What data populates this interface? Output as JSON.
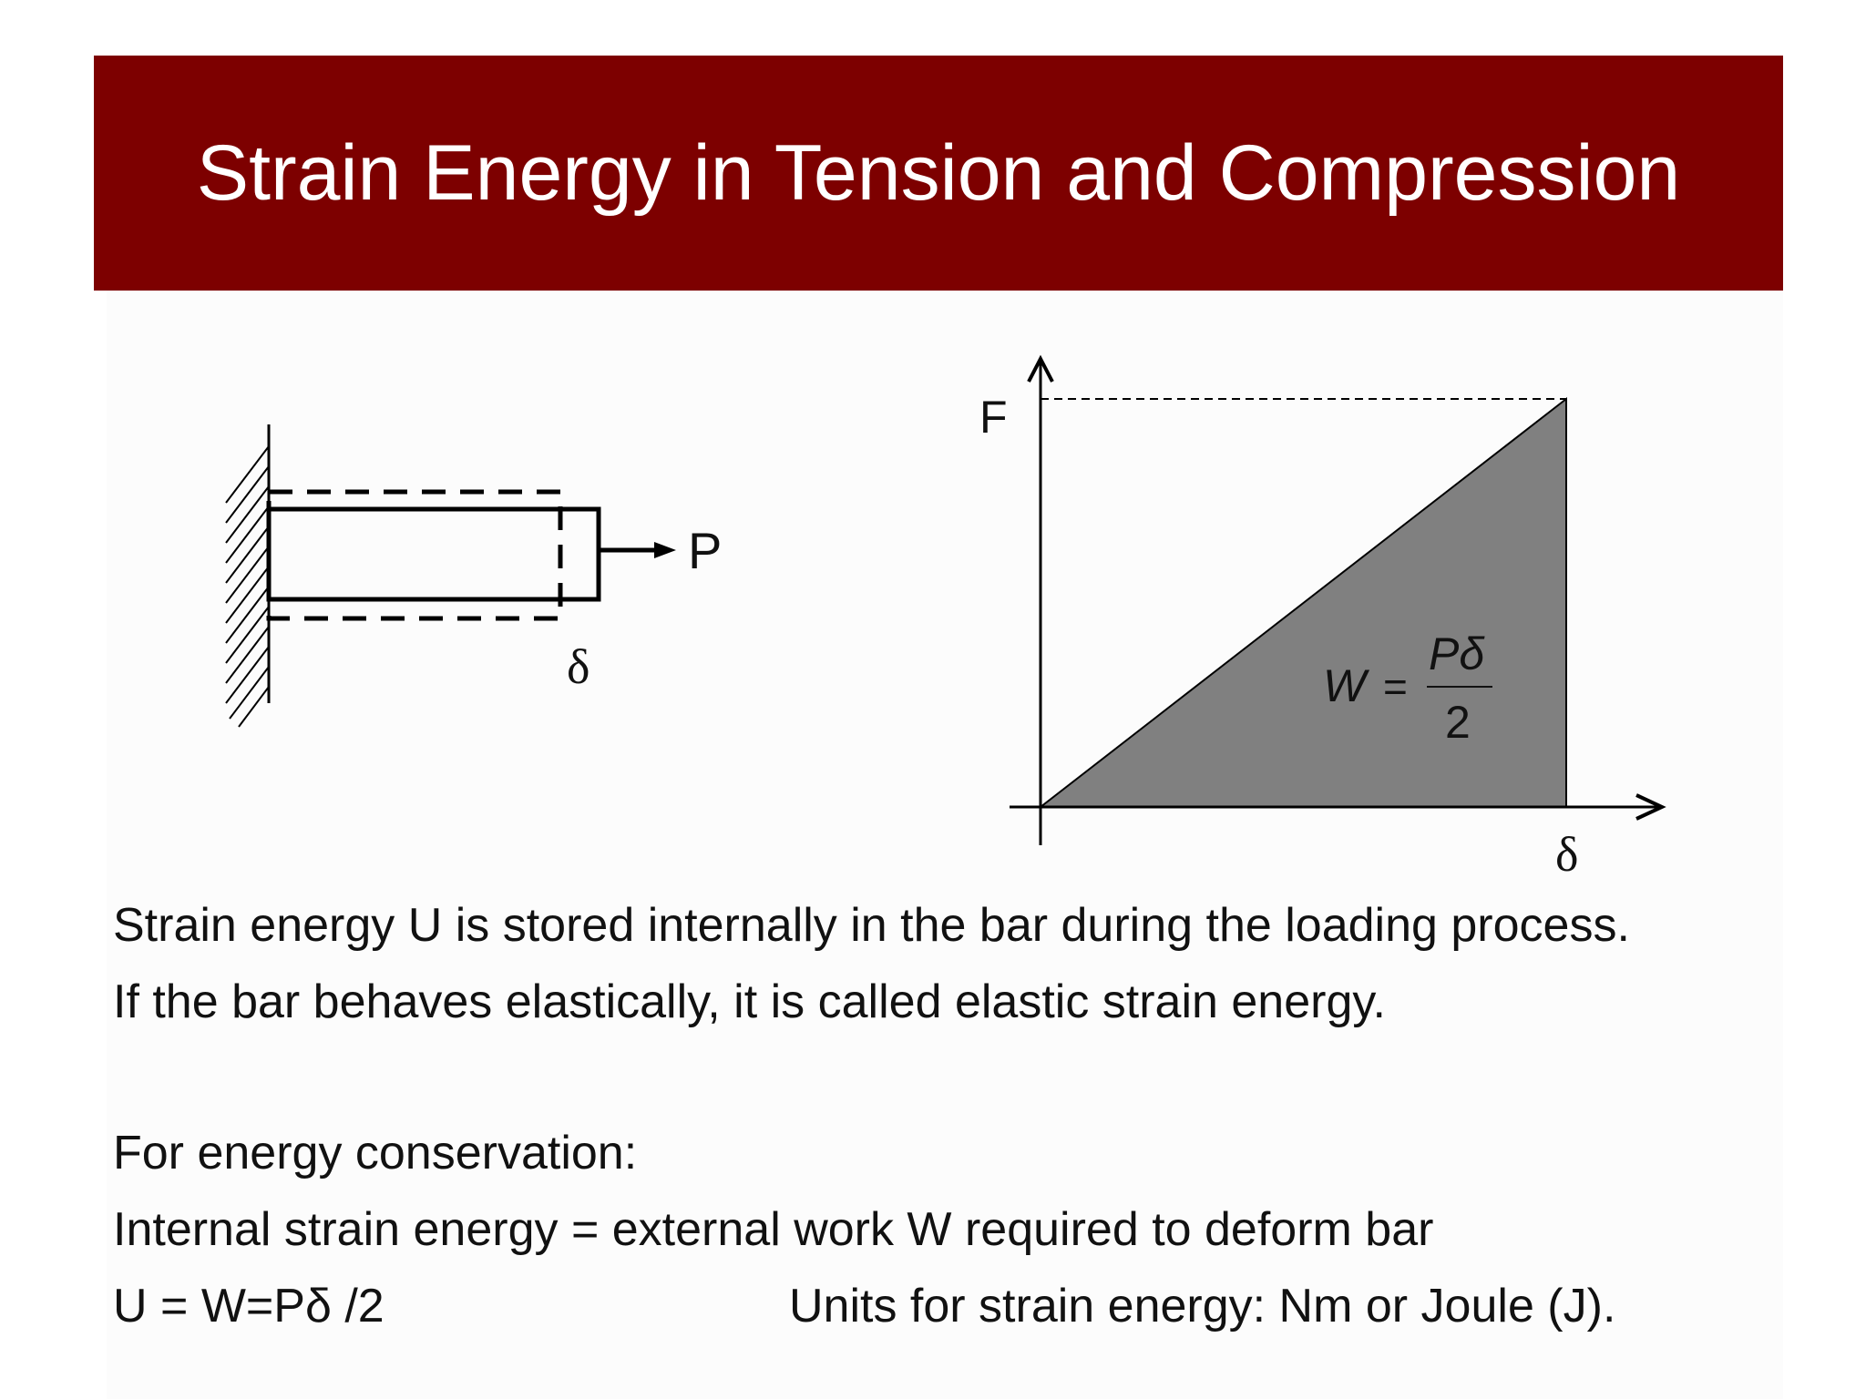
{
  "title": "Strain Energy in Tension and Compression",
  "bar_figure": {
    "load_label": "P",
    "elongation_label": "δ"
  },
  "graph": {
    "y_axis_label": "F",
    "x_axis_label": "δ",
    "formula": {
      "lhs": "W",
      "equals": "=",
      "numerator": "Pδ",
      "denominator": "2"
    },
    "colors": {
      "fill": "#808080",
      "lines": "#000000"
    }
  },
  "body": {
    "line1": "Strain energy U is stored internally in the bar during the loading process.",
    "line2": "If the bar behaves elastically, it is called elastic strain energy.",
    "line3": "For energy conservation:",
    "line4": "Internal strain energy  = external work W required to deform bar",
    "line5_left": "U = W=Pδ /2",
    "line5_right": "Units for strain energy: Nm or Joule (J)."
  },
  "colors": {
    "title_bar": "#7d0000",
    "title_text": "#ffffff"
  }
}
